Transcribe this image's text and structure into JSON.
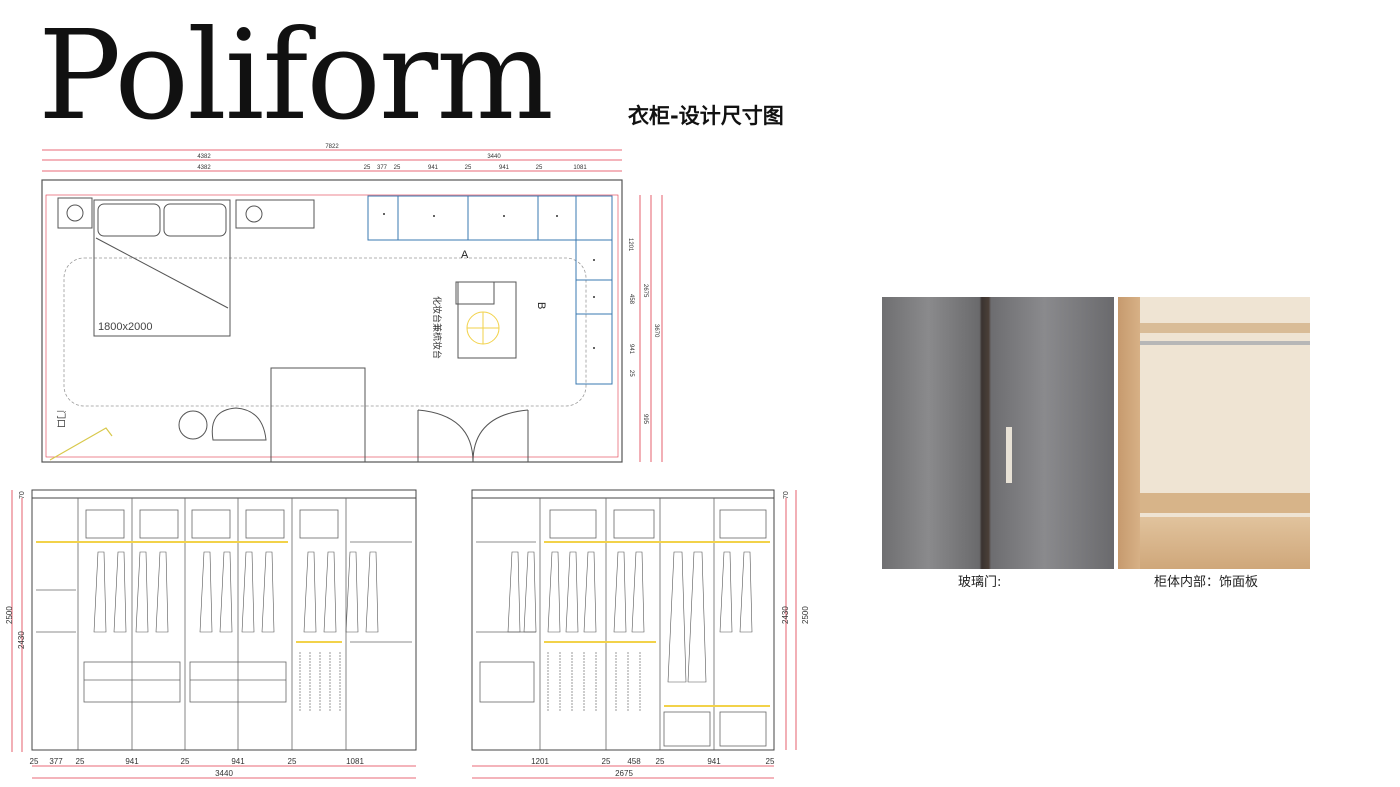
{
  "brand": "Poliform",
  "subtitle": "衣柜-设计尺寸图",
  "plan": {
    "top_dims": [
      "7822",
      "4382",
      "3440",
      "4382",
      "25",
      "377",
      "25",
      "941",
      "25",
      "941",
      "25",
      "1081"
    ],
    "right_dims": [
      "1201",
      "2675",
      "458",
      "3670",
      "941",
      "25",
      "995"
    ],
    "bed_label": "1800x2000",
    "label_a": "A",
    "label_b": "B",
    "vanity_label": "化妆台兼梳妆台",
    "door_label": "门口"
  },
  "elevation_a": {
    "bottom_dims": [
      "25",
      "377",
      "25",
      "941",
      "25",
      "941",
      "25",
      "1081"
    ],
    "total": "3440",
    "height_dims": [
      "2500",
      "2430",
      "70"
    ]
  },
  "elevation_b": {
    "bottom_dims": [
      "1201",
      "25",
      "458",
      "25",
      "941",
      "25"
    ],
    "total": "2675",
    "height_dims": [
      "2430",
      "2500",
      "70"
    ]
  },
  "materials": [
    {
      "caption": "玻璃门:"
    },
    {
      "caption": "柜体内部：饰面板"
    }
  ],
  "colors": {
    "dimension_red": "#e0384a",
    "cabinet_blue": "#3a78b0",
    "highlight_yellow": "#f2d24a"
  }
}
